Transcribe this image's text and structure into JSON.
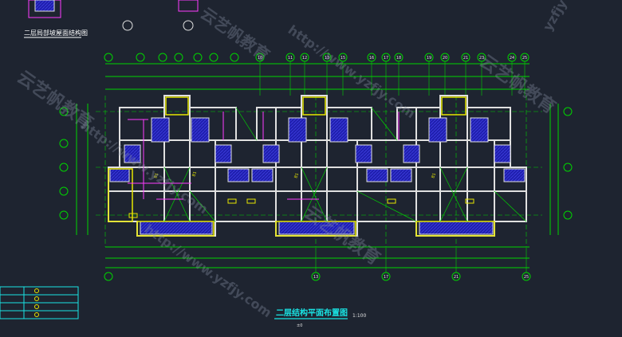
{
  "drawing": {
    "main_title": "二层结构平面布置图",
    "scale_label": "1:100",
    "sub_title": "二层局部坡屋面结构图",
    "bottom_note": "±0"
  },
  "axes": {
    "top_labels": [
      "10",
      "11",
      "12",
      "13",
      "15",
      "16",
      "17",
      "18",
      "19",
      "20",
      "21",
      "23",
      "24",
      "25"
    ],
    "bottom_labels": [
      "13",
      "17",
      "21",
      "25"
    ]
  },
  "beam_label": "B1",
  "watermarks": {
    "brand": "云艺帆教育",
    "url": "http://www.yzfjy.com",
    "short": "yzfjy"
  },
  "colors": {
    "background": "#1e2430",
    "wall": "#e0e0e0",
    "slab_fill": "#2a2ac0",
    "axis_green": "#00d400",
    "dimension_cyan": "#19e3e3",
    "yellow": "#e6e600",
    "magenta": "#ff3cff"
  }
}
